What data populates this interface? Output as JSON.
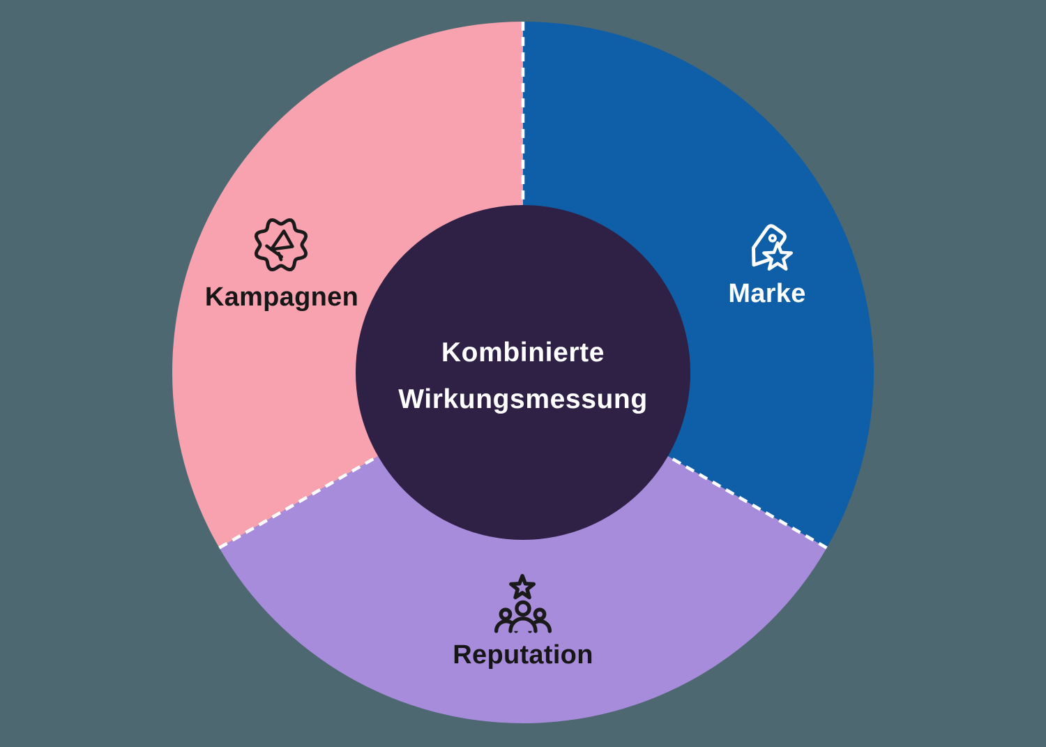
{
  "background_color": "#4D6870",
  "diagram": {
    "title_circle": {
      "text_line1": "Kombinierte",
      "text_line2": "Wirkungsmessung",
      "fill": "#2E2145",
      "text_color": "#FFFFFF"
    },
    "segments": [
      {
        "label": "Kampagnen",
        "fill": "#F7A2AE",
        "label_color": "#161616",
        "icon": "megaphone-badge",
        "position": "top-left"
      },
      {
        "label": "Marke",
        "fill": "#0F5EA8",
        "label_color": "#FFFFFF",
        "icon": "tag-star",
        "position": "right"
      },
      {
        "label": "Reputation",
        "fill": "#A88CDC",
        "label_color": "#161616",
        "icon": "team-star",
        "position": "bottom"
      }
    ],
    "divider": {
      "color": "#FFFFFF",
      "style": "dashed"
    }
  }
}
